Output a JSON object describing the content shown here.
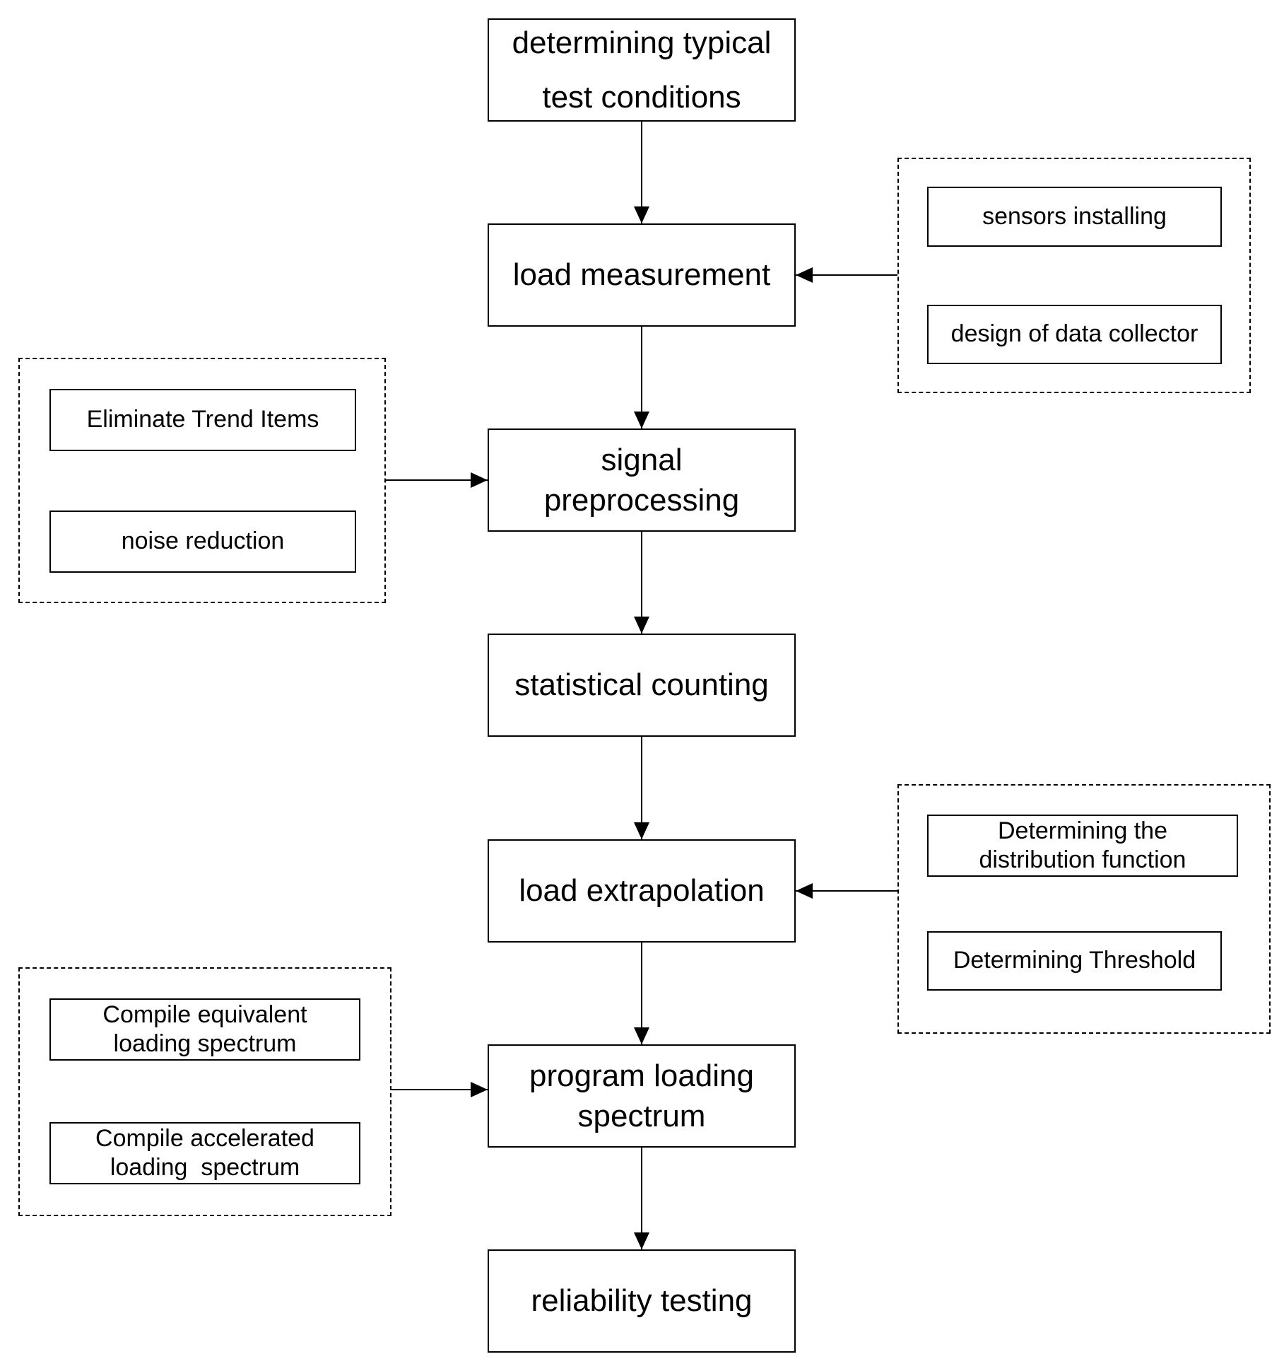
{
  "flow": [
    {
      "id": "s1",
      "lines": [
        "determining typical",
        "test conditions"
      ]
    },
    {
      "id": "s2",
      "lines": [
        "load measurement"
      ]
    },
    {
      "id": "s3",
      "lines": [
        "signal",
        "preprocessing"
      ]
    },
    {
      "id": "s4",
      "lines": [
        "statistical counting"
      ]
    },
    {
      "id": "s5",
      "lines": [
        "load extrapolation"
      ]
    },
    {
      "id": "s6",
      "lines": [
        "program loading",
        "spectrum"
      ]
    },
    {
      "id": "s7",
      "lines": [
        "reliability testing"
      ]
    }
  ],
  "groups": {
    "measurement_inputs": {
      "items": [
        {
          "lines": [
            "sensors installing"
          ]
        },
        {
          "lines": [
            "design of data collector"
          ]
        }
      ]
    },
    "preprocessing_inputs": {
      "items": [
        {
          "lines": [
            "Eliminate Trend Items"
          ]
        },
        {
          "lines": [
            "noise reduction"
          ]
        }
      ]
    },
    "extrapolation_inputs": {
      "items": [
        {
          "lines": [
            "Determining the",
            "distribution function"
          ]
        },
        {
          "lines": [
            "Determining Threshold"
          ]
        }
      ]
    },
    "spectrum_inputs": {
      "items": [
        {
          "lines": [
            "Compile equivalent",
            "loading spectrum"
          ]
        },
        {
          "lines": [
            "Compile accelerated",
            "loading  spectrum"
          ]
        }
      ]
    }
  }
}
